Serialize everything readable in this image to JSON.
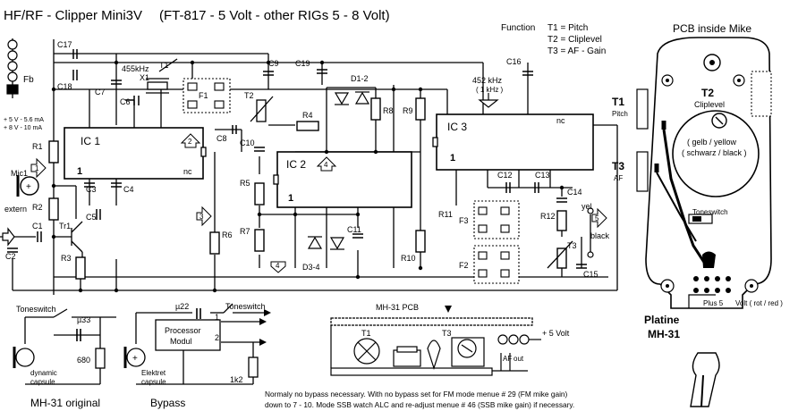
{
  "title": "HF/RF - Clipper Mini3V",
  "subtitle": "(FT-817 - 5 Volt - other RIGs  5 - 8 Volt)",
  "function_table": {
    "heading": "Function",
    "lines": [
      "T1 = Pitch",
      "T2 = Cliplevel",
      "T3 = AF - Gain"
    ]
  },
  "supply": {
    "line1": "+ 5 V - 5.6 mA",
    "line2": "+ 8 V - 10 mA"
  },
  "ic": {
    "ic1": "IC 1",
    "ic2": "IC 2",
    "ic3": "IC 3",
    "pin1": "1",
    "nc": "nc"
  },
  "components": {
    "C17": "C17",
    "C18": "C18",
    "C7": "C7",
    "C6": "C6",
    "X1": "X1",
    "freq455": "455kHz",
    "T1": "T1",
    "F1": "F1",
    "C9": "C9",
    "C19": "C19",
    "T2": "T2",
    "D12": "D1-2",
    "R4": "R4",
    "R8": "R8",
    "R9": "R9",
    "C16": "C16",
    "C8": "C8",
    "C10": "C10",
    "R1": "R1",
    "R2": "R2",
    "C3": "C3",
    "C4": "C4",
    "C5": "C5",
    "C1": "C1",
    "C2": "C2",
    "Tr1": "Tr1",
    "R3": "R3",
    "R5": "R5",
    "R6": "R6",
    "R7": "R7",
    "D34": "D3-4",
    "C11": "C11",
    "R10": "R10",
    "R11": "R11",
    "F3": "F3",
    "F2": "F2",
    "C12": "C12",
    "C13": "C13",
    "C14": "C14",
    "R12": "R12",
    "T3": "T3",
    "C15": "C15",
    "Fb": "Fb",
    "Mic1": "Mic1",
    "extern": "extern",
    "yel": "yel",
    "black": "black",
    "freq452": "452 kHz",
    "bw": "( 1 kHz )"
  },
  "markers": [
    "1",
    "2",
    "3",
    "4",
    "5"
  ],
  "bottom_left": {
    "toneswitch": "Toneswitch",
    "u33": "µ33",
    "r680": "680",
    "dynamic": "dynamic",
    "capsule": "capsule",
    "caption": "MH-31 original"
  },
  "bypass": {
    "toneswitch": "Toneswitch",
    "u22": "µ22",
    "module1": "Processor",
    "module2": "Modul",
    "pin1": "1",
    "pin2": "2",
    "elektret": "Elektret",
    "capsule": "capsule",
    "r1k2": "1k2",
    "caption": "Bypass"
  },
  "pcb": {
    "title": "MH-31 PCB",
    "T1": "T1",
    "T3": "T3",
    "plus5": "+ 5 Volt",
    "af": "AF",
    "out": "out"
  },
  "note": {
    "line1": "Normaly no bypass necessary. With no bypass set for FM mode menue # 29 (FM mike gain)",
    "line2": "down to 7 - 10.  Mode SSB watch ALC and  re-adjust menue # 46 (SSB mike gain) if necessary."
  },
  "mike": {
    "title": "PCB inside Mike",
    "T1": "T1",
    "pitch": "Pitch",
    "T2": "T2",
    "cliplevel": "Cliplevel",
    "gelb": "( gelb / yellow",
    "schwarz": "( schwarz / black )",
    "T3": "T3",
    "af": "AF",
    "toneswitch": "Toneswitch",
    "plus5": "Plus 5",
    "volt": "Volt  ( rot / red )",
    "platine": "Platine",
    "mh31": "MH-31"
  }
}
